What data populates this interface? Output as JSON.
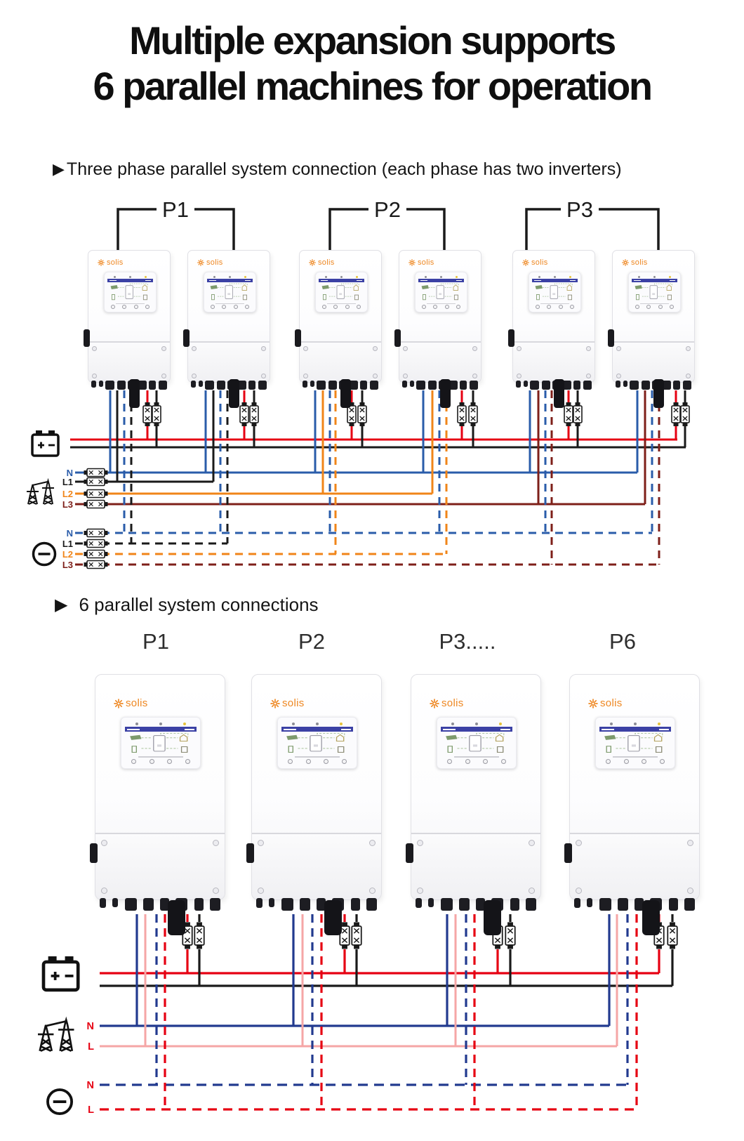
{
  "title": {
    "line1": "Multiple expansion supports",
    "line2": "6 parallel machines for operation"
  },
  "section1": {
    "bullet": "▶",
    "heading": "Three phase parallel system connection (each phase has two inverters)",
    "inverter_count": 6,
    "groups": [
      {
        "label": "P1"
      },
      {
        "label": "P2"
      },
      {
        "label": "P3"
      }
    ],
    "grid_lines": [
      {
        "label": "N",
        "color": "#2a5caa"
      },
      {
        "label": "L1",
        "color": "#1a1a1a"
      },
      {
        "label": "L2",
        "color": "#f08519"
      },
      {
        "label": "L3",
        "color": "#7e1f19"
      }
    ],
    "load_lines": [
      {
        "label": "N",
        "color": "#2a5caa"
      },
      {
        "label": "L1",
        "color": "#1a1a1a"
      },
      {
        "label": "L2",
        "color": "#f08519"
      },
      {
        "label": "L3",
        "color": "#7e1f19"
      }
    ]
  },
  "section2": {
    "bullet": "▶",
    "heading": "6 parallel system connections",
    "inverter_count": 4,
    "units": [
      {
        "label": "P1"
      },
      {
        "label": "P2"
      },
      {
        "label": "P3....."
      },
      {
        "label": "P6"
      }
    ],
    "grid_lines": [
      {
        "label": "N"
      },
      {
        "label": "L"
      }
    ],
    "load_lines": [
      {
        "label": "N"
      },
      {
        "label": "L"
      }
    ]
  },
  "inverter": {
    "brand": "solis"
  },
  "icons": {
    "battery": "battery-icon",
    "grid": "grid-tower-icon",
    "load": "load-icon",
    "fuse": "inline-fuse-icon"
  },
  "colors": {
    "battery_positive_wire": "#e60012",
    "battery_negative_wire": "#1a1a1a",
    "n_wire_top": "#2a5caa",
    "l1_wire": "#1a1a1a",
    "l2_wire": "#f08519",
    "l3_wire": "#7e1f19",
    "n_wire_bottom": "#223a8f",
    "l_grid_wire_bottom": "#f5a6a6",
    "l_load_wire_bottom": "#e60012",
    "bottom_label_red": "#e60012",
    "brand_orange": "#ee8722",
    "screen_header_blue": "#3b41a5"
  }
}
